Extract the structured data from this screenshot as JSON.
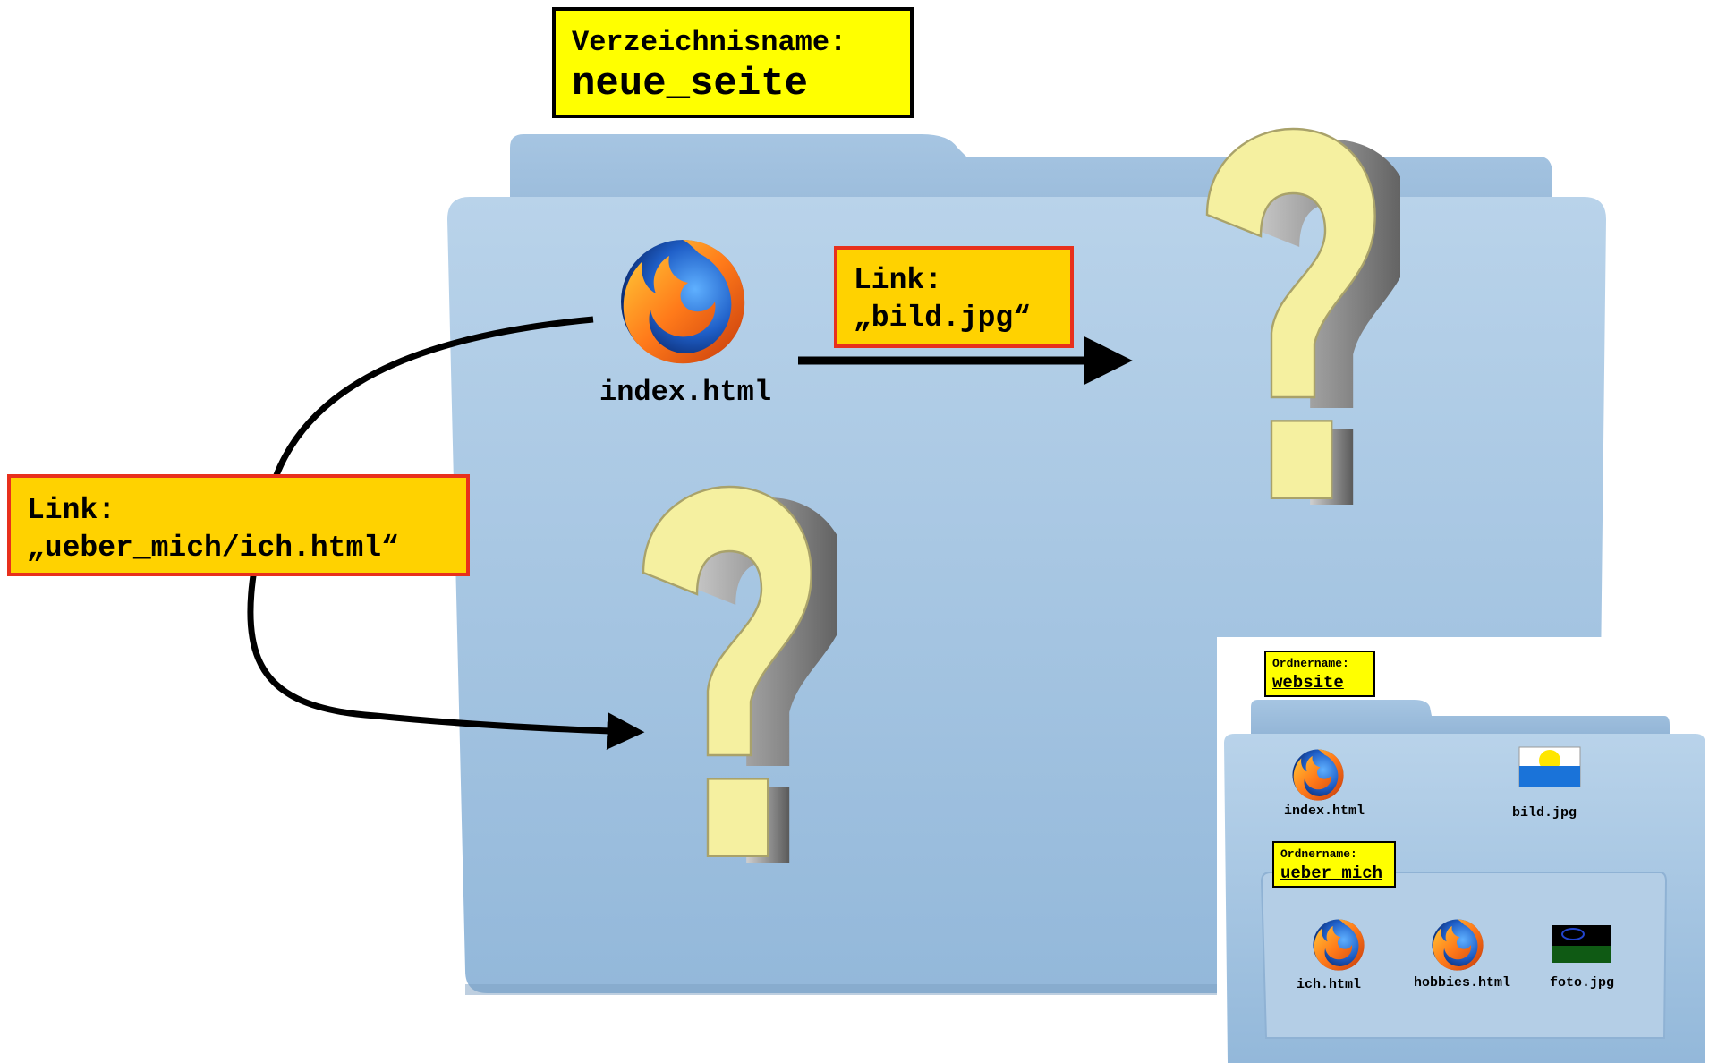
{
  "main_folder": {
    "name_caption": "Verzeichnisname:",
    "name": "neue_seite",
    "file_label": "index.html"
  },
  "link_image": {
    "caption": "Link:",
    "target": "„bild.jpg“"
  },
  "link_page": {
    "caption": "Link:",
    "target": "„ueber_mich/ich.html“"
  },
  "mini_folder": {
    "name_caption": "Ordnername:",
    "name": "website",
    "files": [
      "index.html",
      "bild.jpg"
    ],
    "subfolder": {
      "name_caption": "Ordnername:",
      "name": "ueber_mich",
      "files": [
        "ich.html",
        "hobbies.html",
        "foto.jpg"
      ]
    }
  },
  "colors": {
    "folder_body": "#a9c7e2",
    "folder_tab": "#9dbddb",
    "label_yellow": "#ffff00",
    "link_orange": "#ffd200",
    "link_border": "#e8301c",
    "question_face": "#f5f0a0"
  }
}
